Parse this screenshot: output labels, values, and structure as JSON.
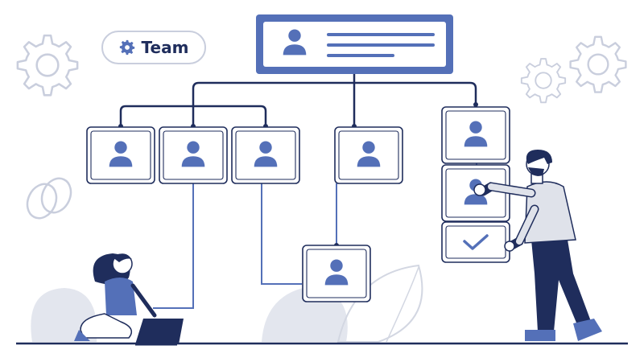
{
  "badge": {
    "label": "Team",
    "icon": "gear-icon"
  },
  "colors": {
    "navy": "#1f2d5c",
    "blue": "#5470b8",
    "light_gray": "#e3e6ee",
    "line_gray": "#c9cedd"
  },
  "org_chart": {
    "root": {
      "icon": "person-icon",
      "detail": "text-lines"
    },
    "level_1": [
      "member",
      "member",
      "member",
      "member",
      "member"
    ],
    "level_2": [
      "member"
    ],
    "stack": [
      "member",
      "member",
      "check"
    ]
  },
  "people": [
    "woman-with-laptop",
    "man-arranging-cards"
  ]
}
